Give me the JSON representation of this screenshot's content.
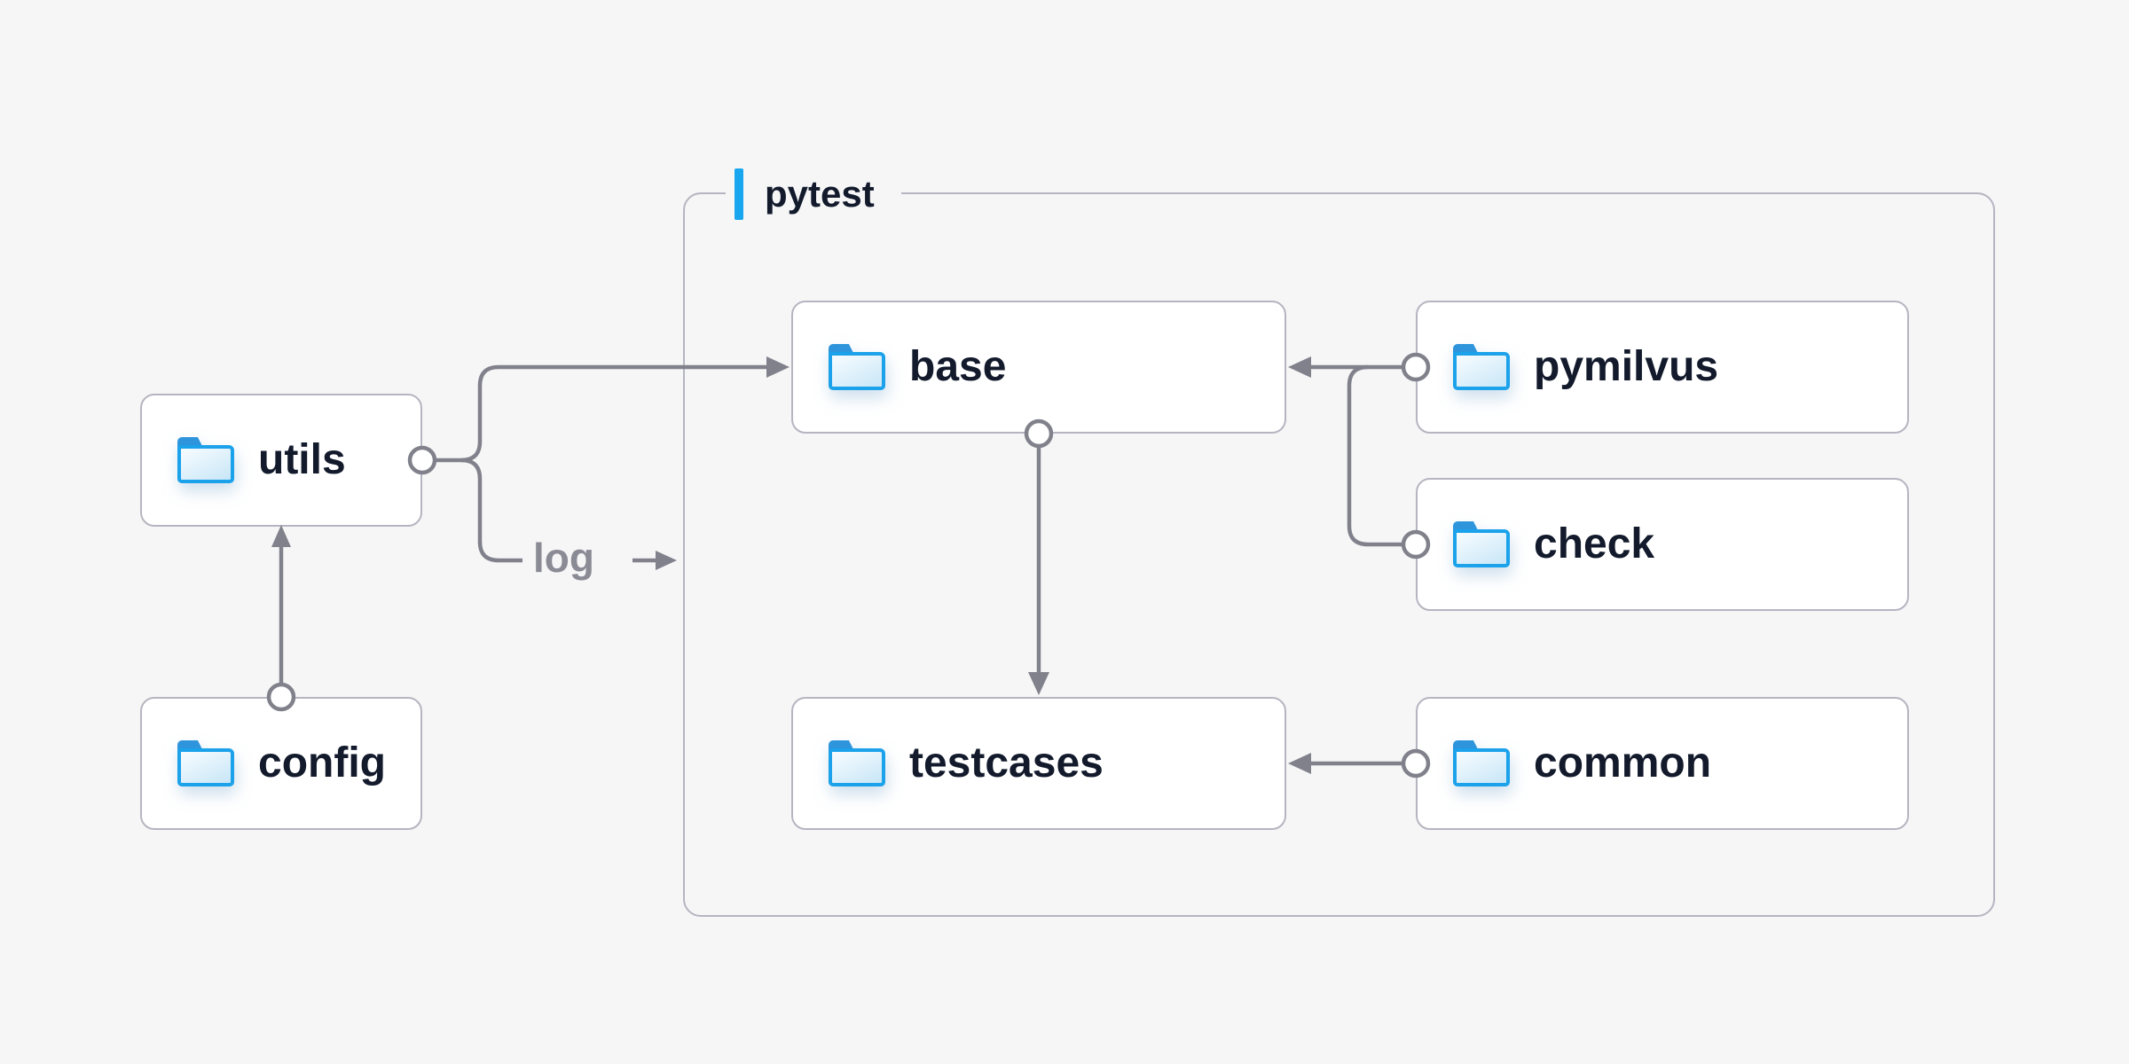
{
  "diagram": {
    "group": {
      "title": "pytest"
    },
    "nodes": {
      "utils": {
        "label": "utils"
      },
      "config": {
        "label": "config"
      },
      "base": {
        "label": "base"
      },
      "pymilvus": {
        "label": "pymilvus"
      },
      "check": {
        "label": "check"
      },
      "testcases": {
        "label": "testcases"
      },
      "common": {
        "label": "common"
      }
    },
    "edge_label": "log",
    "edges": [
      {
        "from": "config",
        "to": "utils"
      },
      {
        "from": "utils",
        "to": "base"
      },
      {
        "from": "utils",
        "to": "log"
      },
      {
        "from": "pymilvus",
        "to": "base"
      },
      {
        "from": "check",
        "to": "base"
      },
      {
        "from": "base",
        "to": "testcases"
      },
      {
        "from": "common",
        "to": "testcases"
      }
    ],
    "colors": {
      "bg": "#f6f6f7",
      "box_bg": "#ffffff",
      "box_border": "#b5b5c1",
      "line": "#81818c",
      "text": "#121a2c",
      "muted": "#8b8b95",
      "accent": "#18a6ee",
      "folder_stroke": "#1ba2ea",
      "folder_tab": "#2e95dc",
      "folder_fill_a": "#f7fcff",
      "folder_fill_b": "#c8e6f7"
    }
  }
}
